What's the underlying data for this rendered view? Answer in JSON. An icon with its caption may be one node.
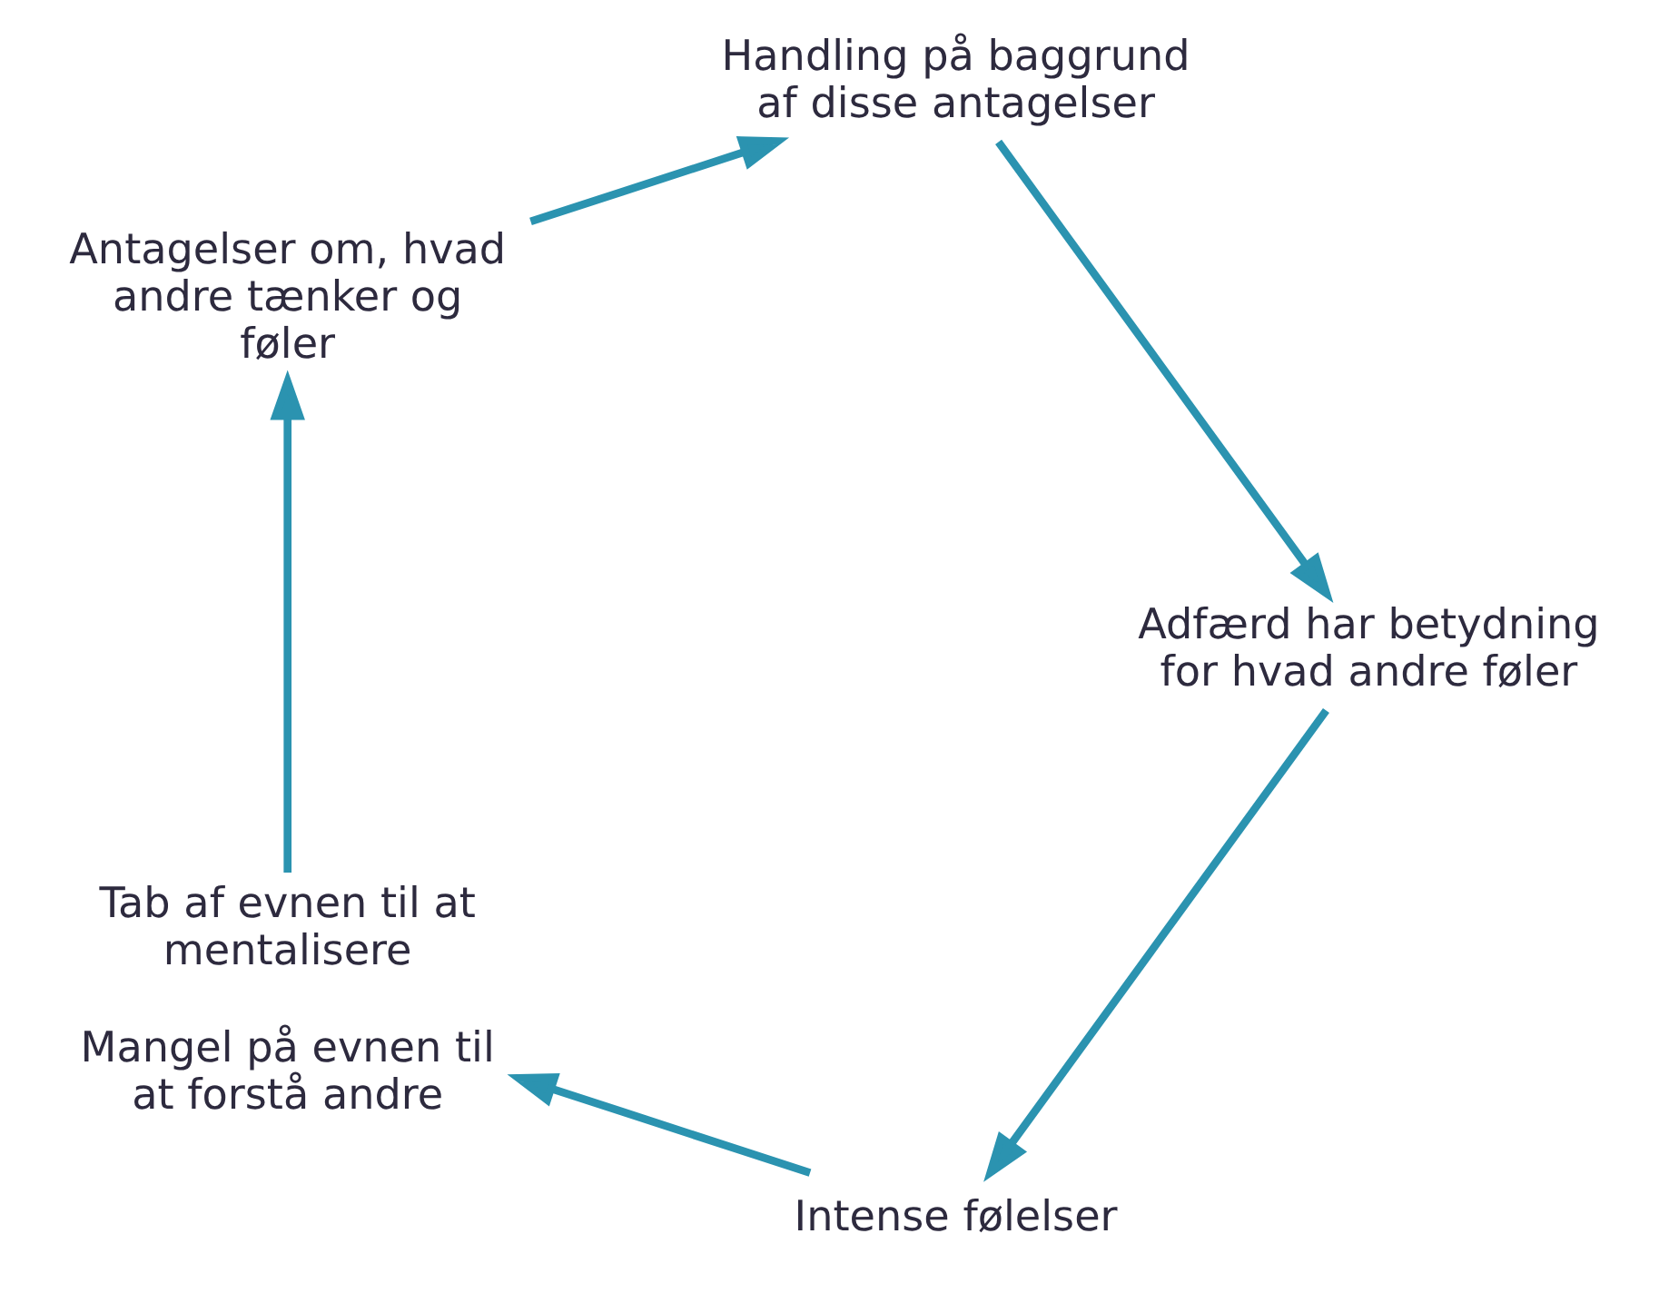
{
  "diagram": {
    "nodes": [
      {
        "text": [
          "Intense følelser"
        ]
      },
      {
        "text": [
          "Tab af evnen til at mentalisere",
          "Mangel på evnen til at forstå andre"
        ]
      },
      {
        "text": [
          "Antagelser om, hvad andre tænker og føler"
        ]
      },
      {
        "text": [
          "Handling på baggrund af disse antagelser"
        ]
      },
      {
        "text": [
          "Adfærd har betydning for hvad andre føler"
        ]
      }
    ],
    "edges": [
      {
        "from": 0,
        "to": 1,
        "arrow": "to"
      },
      {
        "from": 1,
        "to": 2,
        "arrow": "to"
      },
      {
        "from": 2,
        "to": 3,
        "arrow": "to"
      },
      {
        "from": 3,
        "to": 4,
        "arrow": "to"
      },
      {
        "from": 4,
        "to": 0,
        "arrow": "to"
      }
    ]
  }
}
